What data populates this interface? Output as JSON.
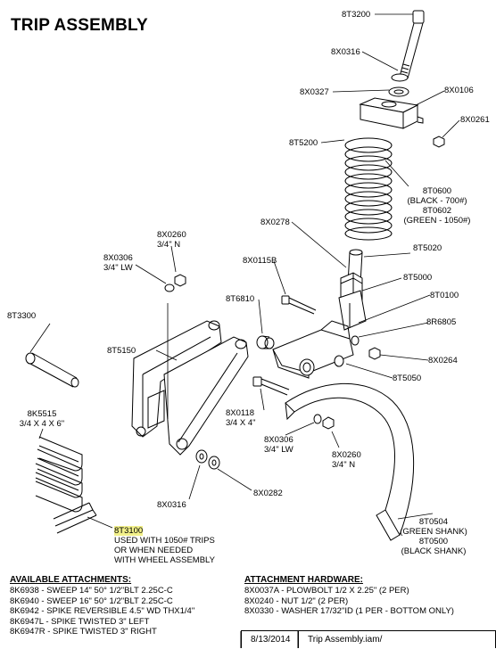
{
  "title": "TRIP ASSEMBLY",
  "parts": {
    "p8T3200": "8T3200",
    "p8X0316a": "8X0316",
    "p8X0327": "8X0327",
    "p8X0106": "8X0106",
    "p8X0261": "8X0261",
    "p8T5200": "8T5200",
    "p8T0600": "8T0600",
    "p8T0600_note": "(BLACK - 700#)",
    "p8T0602": "8T0602",
    "p8T0602_note": "(GREEN - 1050#)",
    "p8X0278": "8X0278",
    "p8T5020": "8T5020",
    "p8X0260a": "8X0260",
    "p8X0260a_size": "3/4\" N",
    "p8X0306a": "8X0306",
    "p8X0306a_size": "3/4\" LW",
    "p8X0115B": "8X0115B",
    "p8T5000": "8T5000",
    "p8T3300": "8T3300",
    "p8T6810": "8T6810",
    "p8T0100": "8T0100",
    "p8R6805": "8R6805",
    "p8T5150": "8T5150",
    "p8X0264": "8X0264",
    "p8T5050": "8T5050",
    "p8K5515": "8K5515",
    "p8K5515_size": "3/4 X 4 X 6\"",
    "p8X0118": "8X0118",
    "p8X0118_size": "3/4 X 4\"",
    "p8X0306b": "8X0306",
    "p8X0306b_size": "3/4\" LW",
    "p8X0260b": "8X0260",
    "p8X0260b_size": "3/4\" N",
    "p8X0282": "8X0282",
    "p8X0316b": "8X0316",
    "p8T3100": "8T3100",
    "p8T3100_note1": "USED WITH 1050# TRIPS",
    "p8T3100_note2": "OR WHEN NEEDED",
    "p8T3100_note3": "WITH WHEEL ASSEMBLY",
    "p8T0504": "8T0504",
    "p8T0504_note": "(GREEN SHANK)",
    "p8T0500": "8T0500",
    "p8T0500_note": "(BLACK SHANK)"
  },
  "attachments": {
    "header": "AVAILABLE ATTACHMENTS:",
    "items": [
      "8K6938 - SWEEP 14\" 50° 1/2\"BLT 2.25C-C",
      "8K6940 - SWEEP 16\" 50° 1/2\"BLT 2.25C-C",
      "8K6942 - SPIKE REVERSIBLE 4.5\" WD THX1/4\"",
      "8K6947L - SPIKE TWISTED 3\" LEFT",
      "8K6947R - SPIKE TWISTED 3\" RIGHT"
    ]
  },
  "hardware": {
    "header": "ATTACHMENT HARDWARE:",
    "items": [
      "8X0037A - PLOWBOLT 1/2 X 2.25\" (2 PER)",
      "8X0240 - NUT 1/2\" (2 PER)",
      "8X0330 - WASHER 17/32\"ID (1 PER - BOTTOM ONLY)"
    ]
  },
  "footer": {
    "date": "8/13/2014",
    "file": "Trip Assembly.iam/"
  }
}
